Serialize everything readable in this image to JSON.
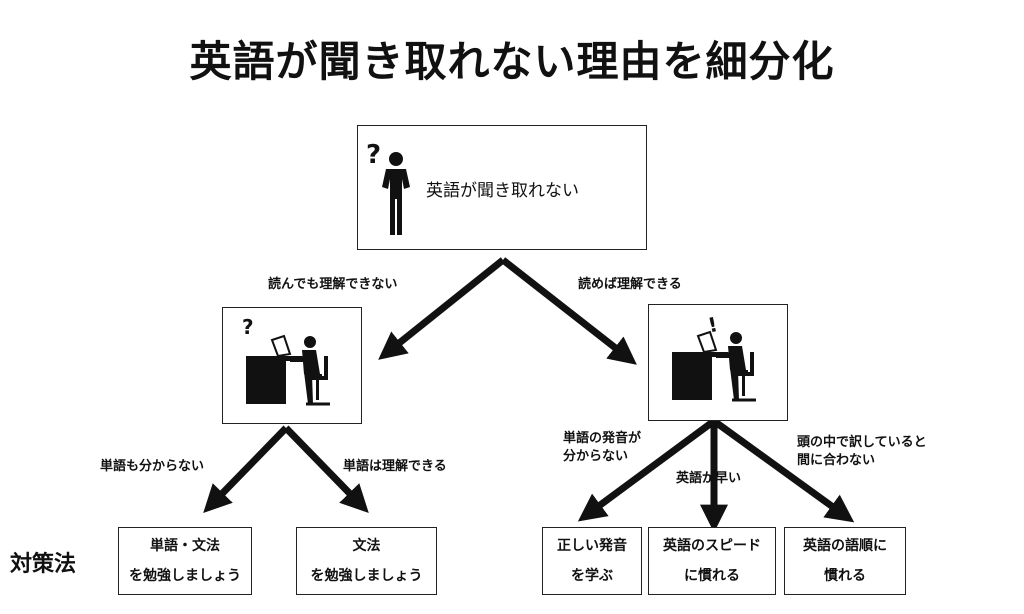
{
  "title": "英語が聞き取れない理由を細分化",
  "root": {
    "label": "英語が聞き取れない",
    "icon": "confused-person-icon"
  },
  "branches": {
    "left_label": "読んでも理解できない",
    "right_label": "読めば理解できる"
  },
  "left_node": {
    "icon": "confused-person-at-desk-icon",
    "branch_a": "単語も分からない",
    "branch_b": "単語は理解できる"
  },
  "right_node": {
    "icon": "realizing-person-at-desk-icon",
    "branch_a_line1": "単語の発音が",
    "branch_a_line2": "分からない",
    "branch_b": "英語が早い",
    "branch_c_line1": "頭の中で訳していると",
    "branch_c_line2": "間に合わない"
  },
  "countermeasures_label": "対策法",
  "leaves": [
    {
      "line1": "単語・文法",
      "line2": "を勉強しましょう"
    },
    {
      "line1": "文法",
      "line2": "を勉強しましょう"
    },
    {
      "line1": "正しい発音",
      "line2": "を学ぶ"
    },
    {
      "line1": "英語のスピード",
      "line2": "に慣れる"
    },
    {
      "line1": "英語の語順に",
      "line2": "慣れる"
    }
  ],
  "colors": {
    "ink": "#111111",
    "background": "#ffffff"
  }
}
